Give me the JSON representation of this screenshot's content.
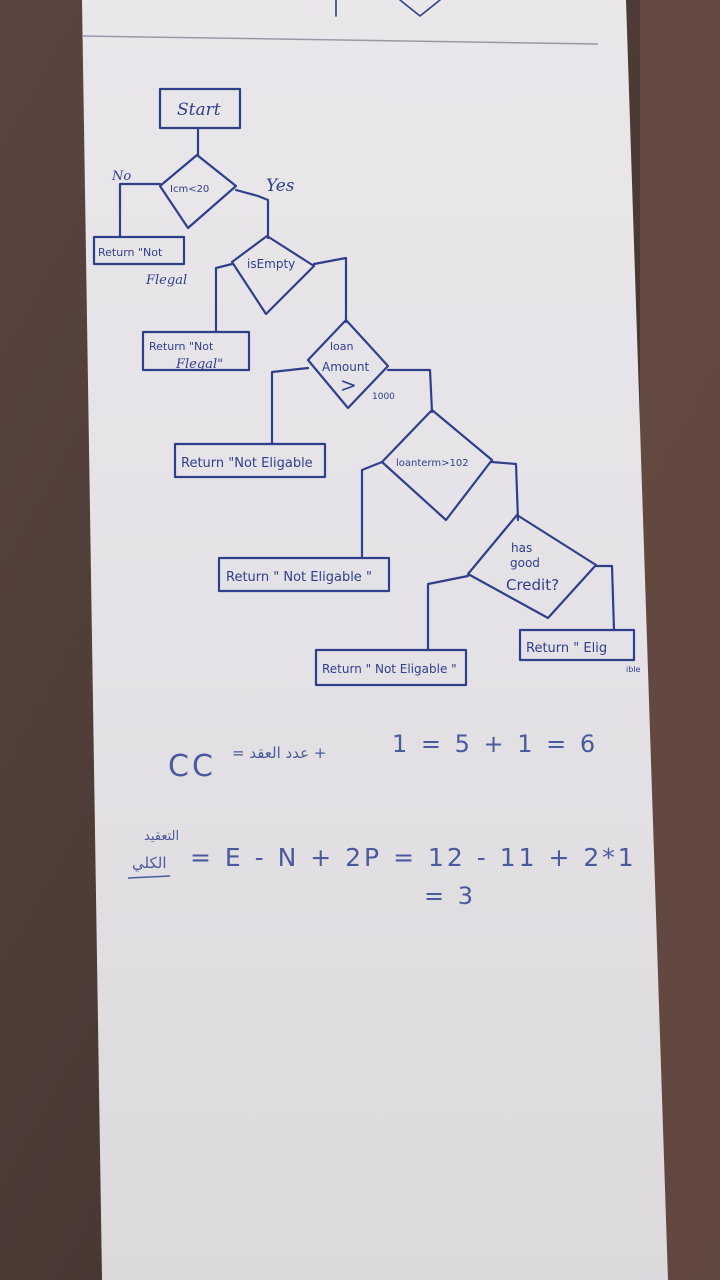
{
  "flowchart": {
    "start": "Start",
    "cond_1": "Icm<20",
    "cond_1_no": "No",
    "cond_1_yes": "Yes",
    "ret_1_line1": "Return \"Not",
    "ret_1_line2": "Flegal",
    "cond_2": "isEmpty",
    "ret_2_line1": "Return \"Not",
    "ret_2_line2": "Flegal\"",
    "cond_3_line1": "loan",
    "cond_3_line2": "Amount",
    "cond_3_line3": ">",
    "cond_3_value": "1000",
    "ret_3": "Return \"Not Eligable",
    "cond_4": "loanterm>102",
    "ret_4": "Return \" Not Eligable \"",
    "cond_5_line1": "has",
    "cond_5_line2": "good",
    "cond_5_line3": "Credit?",
    "ret_5": "Return \" Not Eligable \"",
    "ret_6": "Return \" Elig",
    "ret_6_tail": "ible"
  },
  "calculations": {
    "line1_left": "CC",
    "line1_arabic": "= عدد العقد +",
    "line1_right": "1 = 5 + 1 = 6",
    "line2_arabic_top": "التعقيد",
    "line2_arabic_bottom": "الكلي",
    "line2_formula": "= E - N + 2P = 12 - 11 + 2*1",
    "line3": "= 3"
  }
}
